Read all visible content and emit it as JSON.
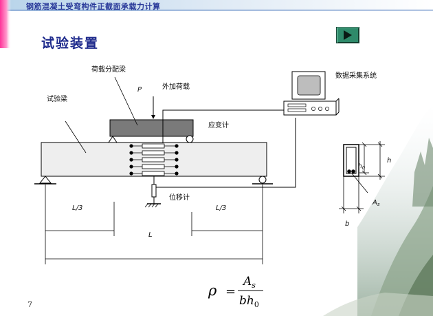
{
  "header": {
    "title": "钢筋混凝土受弯构件正截面承载力计算"
  },
  "slide": {
    "heading": "试验装置",
    "page_number": "7"
  },
  "diagram": {
    "labels": {
      "load_beam": "荷载分配梁",
      "load_symbol": "P",
      "external_load": "外加荷载",
      "test_beam": "试验梁",
      "strain_gauge": "应变计",
      "data_acquisition": "数据采集系统",
      "displacement_gauge": "位移计",
      "third_span_left": "L/3",
      "third_span_right": "L/3",
      "span": "L"
    },
    "section": {
      "h": "h",
      "h0_main": "h",
      "h0_sub": "0",
      "As_main": "A",
      "As_sub": "s",
      "b": "b"
    }
  },
  "formula": {
    "rho": "ρ",
    "equals": "=",
    "numerator_main": "A",
    "numerator_sub": "s",
    "denominator_main": "bh",
    "denominator_sub": "0"
  },
  "colors": {
    "header": "#2a3a9a",
    "heading": "#1e2a8c",
    "button": "#2e8a6a",
    "accent_strip": "#cc0066"
  }
}
